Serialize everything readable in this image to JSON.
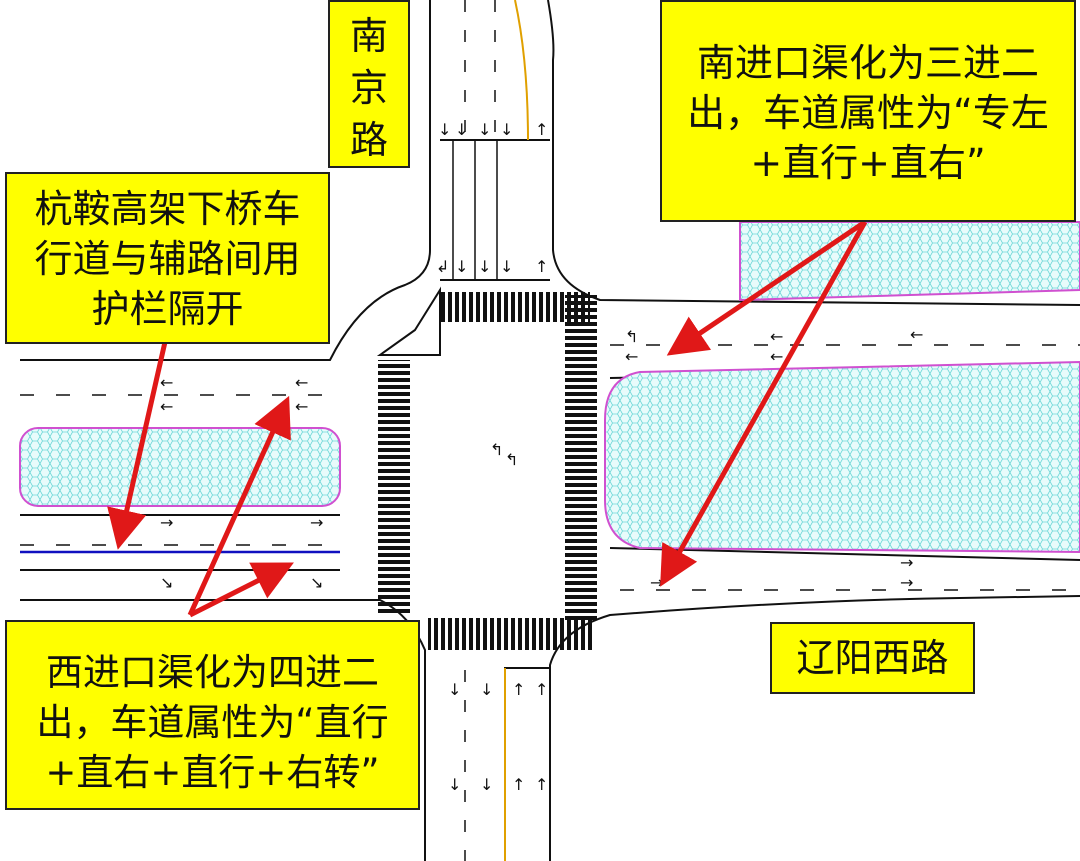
{
  "labels": {
    "north_road": "南京路",
    "east_road": "辽阳西路",
    "south_entry_note": "南进口渠化为三进二出，车道属性为“专左+直行+直右”",
    "guardrail_note": "杭鞍高架下桥车行道与辅路间用护栏隔开",
    "west_entry_note": "西进口渠化为四进二出，车道属性为“直行+直右+直行+右转”"
  },
  "colors": {
    "label_bg": "#ffff00",
    "arrow": "#e01818",
    "median_fill": "#bff3f3",
    "median_border": "#d050d0",
    "guardrail": "#1010c0",
    "centerline": "#e0a000"
  }
}
